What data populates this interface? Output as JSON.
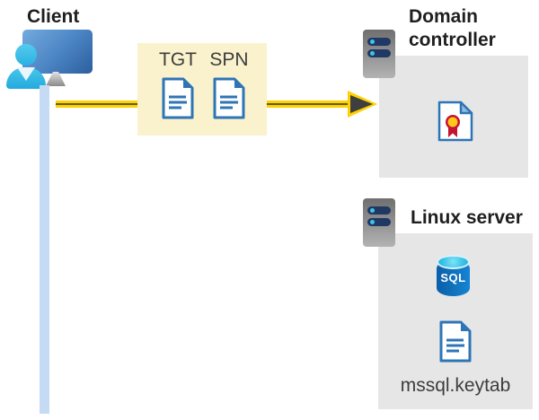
{
  "client": {
    "label": "Client"
  },
  "tickets": {
    "tgt_label": "TGT",
    "spn_label": "SPN"
  },
  "domain_controller": {
    "label": "Domain controller"
  },
  "linux_server": {
    "label": "Linux server",
    "keytab_label": "mssql.keytab"
  },
  "icons": {
    "sql_label": "SQL"
  },
  "colors": {
    "arrow_yellow": "#FFD103",
    "arrow_core": "#5E5E0E",
    "arrowhead_dark": "#3F3F3F",
    "ticket_box_bg": "#FAF2CD",
    "server_box_bg": "#E6E6E6",
    "timeline_blue": "#C5DBF4",
    "document_blue": "#2E75B6",
    "monitor_blue": "#3B6EB0",
    "person_cyan": "#35BEE8",
    "server_gray": "#8A8A8A",
    "server_pill_navy": "#1F3864",
    "server_dot_cyan": "#41C3EA",
    "sql_blue": "#0E6FBD",
    "cert_fold_blue": "#8FBCE0",
    "cert_red": "#C51230",
    "cert_gold": "#FFC81A"
  }
}
